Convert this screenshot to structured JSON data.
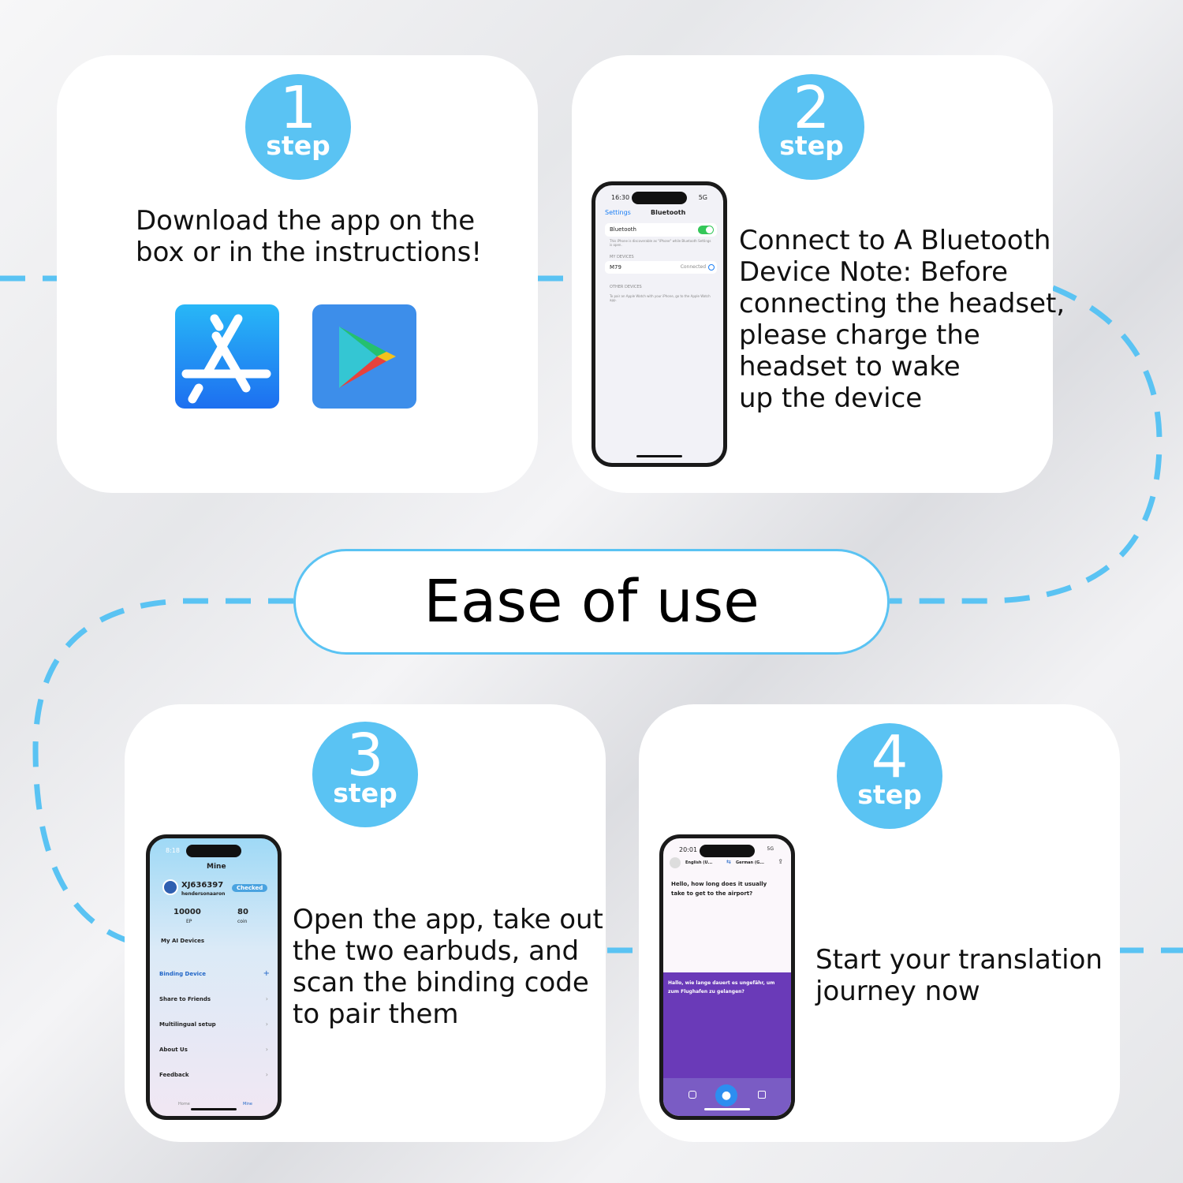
{
  "page_title": "Ease of use",
  "steps": [
    {
      "number": "1",
      "word": "step",
      "text": "Download the app on the\nbox or in the instructions!"
    },
    {
      "number": "2",
      "word": "step",
      "text": "Connect to A Bluetooth\nDevice Note: Before\nconnecting the headset,\nplease charge the\nheadset to wake\nup the device"
    },
    {
      "number": "3",
      "word": "step",
      "text": "Open the app, take out\nthe two earbuds, and\nscan the binding code\nto pair them"
    },
    {
      "number": "4",
      "word": "step",
      "text": "Start your translation\njourney now"
    }
  ],
  "icons": {
    "app_store": "app-store-icon",
    "play_store": "google-play-icon"
  },
  "colors": {
    "accent": "#5ac3f3",
    "app_store_blue": "#2f7ff0",
    "play_tile": "#3d8eea",
    "translation_purple": "#6a3ab8"
  },
  "phone_bluetooth": {
    "time": "16:30",
    "status": "5G",
    "back": "Settings",
    "title": "Bluetooth",
    "row_label": "Bluetooth",
    "discoverable_note": "This iPhone is discoverable as \"iPhone\" while Bluetooth Settings is open.",
    "my_devices_header": "MY DEVICES",
    "device_name": "M79",
    "device_status": "Connected",
    "other_devices_header": "OTHER DEVICES",
    "watch_note": "To pair an Apple Watch with your iPhone, go to the Apple Watch app."
  },
  "phone_app": {
    "time": "8:18",
    "title": "Mine",
    "user_id": "XJ636397",
    "username": "hendersonaaron",
    "checked": "Checked",
    "ep_value": "10000",
    "ep_label": "EP",
    "coin_value": "80",
    "coin_label": "coin",
    "section": "My AI Devices",
    "menu": [
      "Binding Device",
      "Share to Friends",
      "Multilingual setup",
      "About Us",
      "Feedback"
    ],
    "tab_home": "Home",
    "tab_mine": "Mine"
  },
  "phone_translate": {
    "time": "20:01",
    "status": "5G",
    "lang_from": "English (U...",
    "lang_to": "German (G...",
    "source_text": "Hello, how long does it usually take to get to the airport?",
    "translated_text": "Hallo, wie lange dauert es ungefähr, um zum Flughafen zu gelangen?"
  }
}
